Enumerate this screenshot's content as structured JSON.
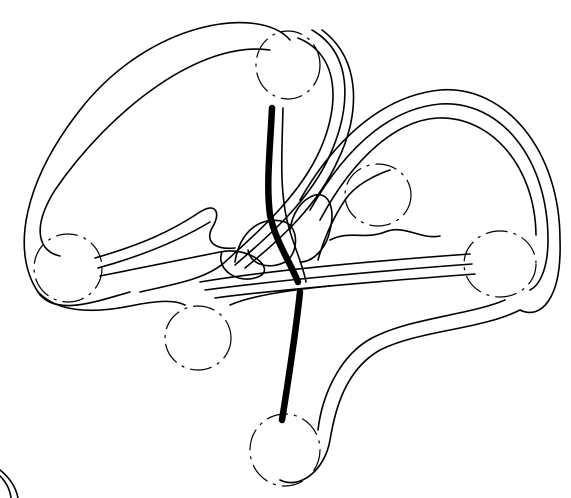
{
  "figure": {
    "kind": "line-drawing",
    "ink_color": "#000000",
    "background": "#ffffff",
    "parts": [
      "outer-loop-left",
      "outer-loop-right",
      "inner-bands",
      "central-core-strand",
      "vertex-circles"
    ]
  }
}
